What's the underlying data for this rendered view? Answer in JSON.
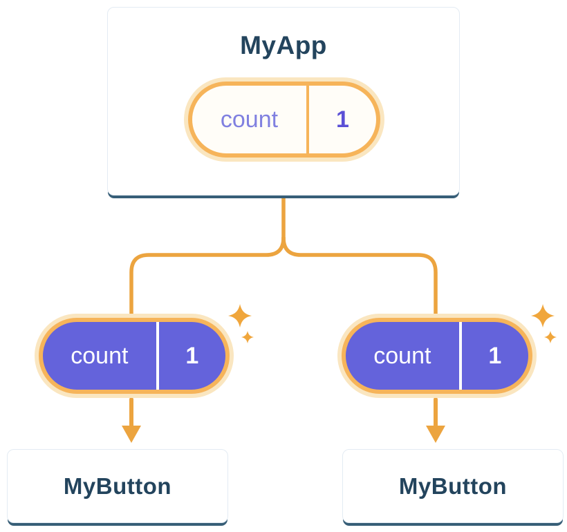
{
  "tree": {
    "root": {
      "title": "MyApp",
      "state_pill": {
        "label": "count",
        "value": "1"
      }
    },
    "children": [
      {
        "title": "MyButton",
        "prop_pill": {
          "label": "count",
          "value": "1"
        }
      },
      {
        "title": "MyButton",
        "prop_pill": {
          "label": "count",
          "value": "1"
        }
      }
    ]
  },
  "icons": {
    "sparkles": "four-point-star"
  },
  "colors": {
    "line": "#ECA43F",
    "pill_border": "#F6B45A",
    "pill_ring": "#FAE6C0",
    "pill_fill": "#6463DB",
    "pill_text_purple": "#8080E0",
    "pill_value_purple": "#5B50D6",
    "card_edge": "#375E77",
    "card_border": "#E3EBF3",
    "title_navy": "#23445D",
    "sparkle": "#F0A63C",
    "bg": "#FFFFFF"
  }
}
